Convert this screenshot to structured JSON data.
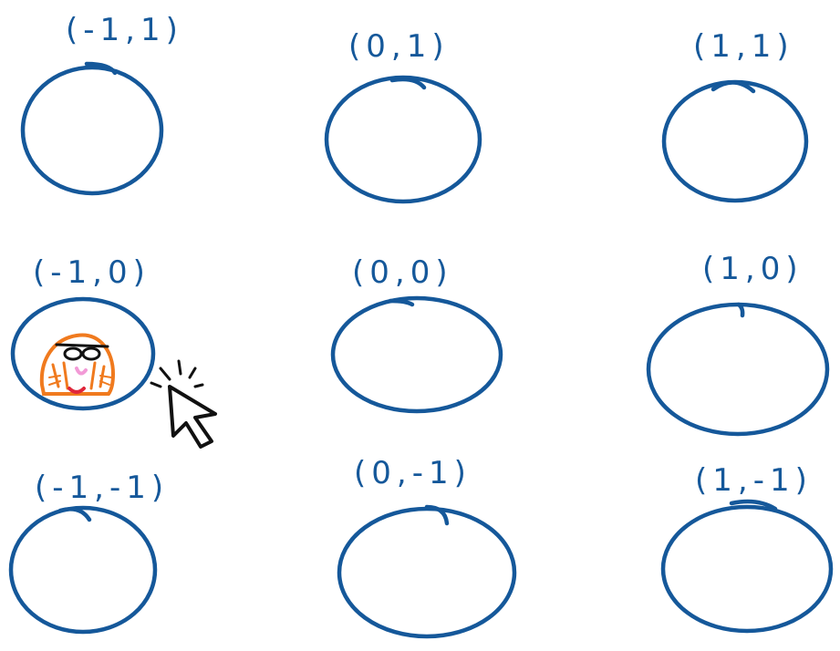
{
  "game": {
    "holes": [
      {
        "coord": "(-1,1)",
        "occupied": false
      },
      {
        "coord": "(0,1)",
        "occupied": false
      },
      {
        "coord": "(1,1)",
        "occupied": false
      },
      {
        "coord": "(-1,0)",
        "occupied": true
      },
      {
        "coord": "(0,0)",
        "occupied": false
      },
      {
        "coord": "(1,0)",
        "occupied": false
      },
      {
        "coord": "(-1,-1)",
        "occupied": false
      },
      {
        "coord": "(0,-1)",
        "occupied": false
      },
      {
        "coord": "(1,-1)",
        "occupied": false
      }
    ],
    "mole_icon": "mole-with-sunglasses-icon",
    "cursor_icon": "mouse-pointer-click-icon"
  },
  "colors": {
    "ink": "#15589a",
    "mole_fur": "#f07a1e",
    "mole_nose": "#f29ad6",
    "mole_mouth": "#e0263a",
    "glasses": "#111111"
  }
}
